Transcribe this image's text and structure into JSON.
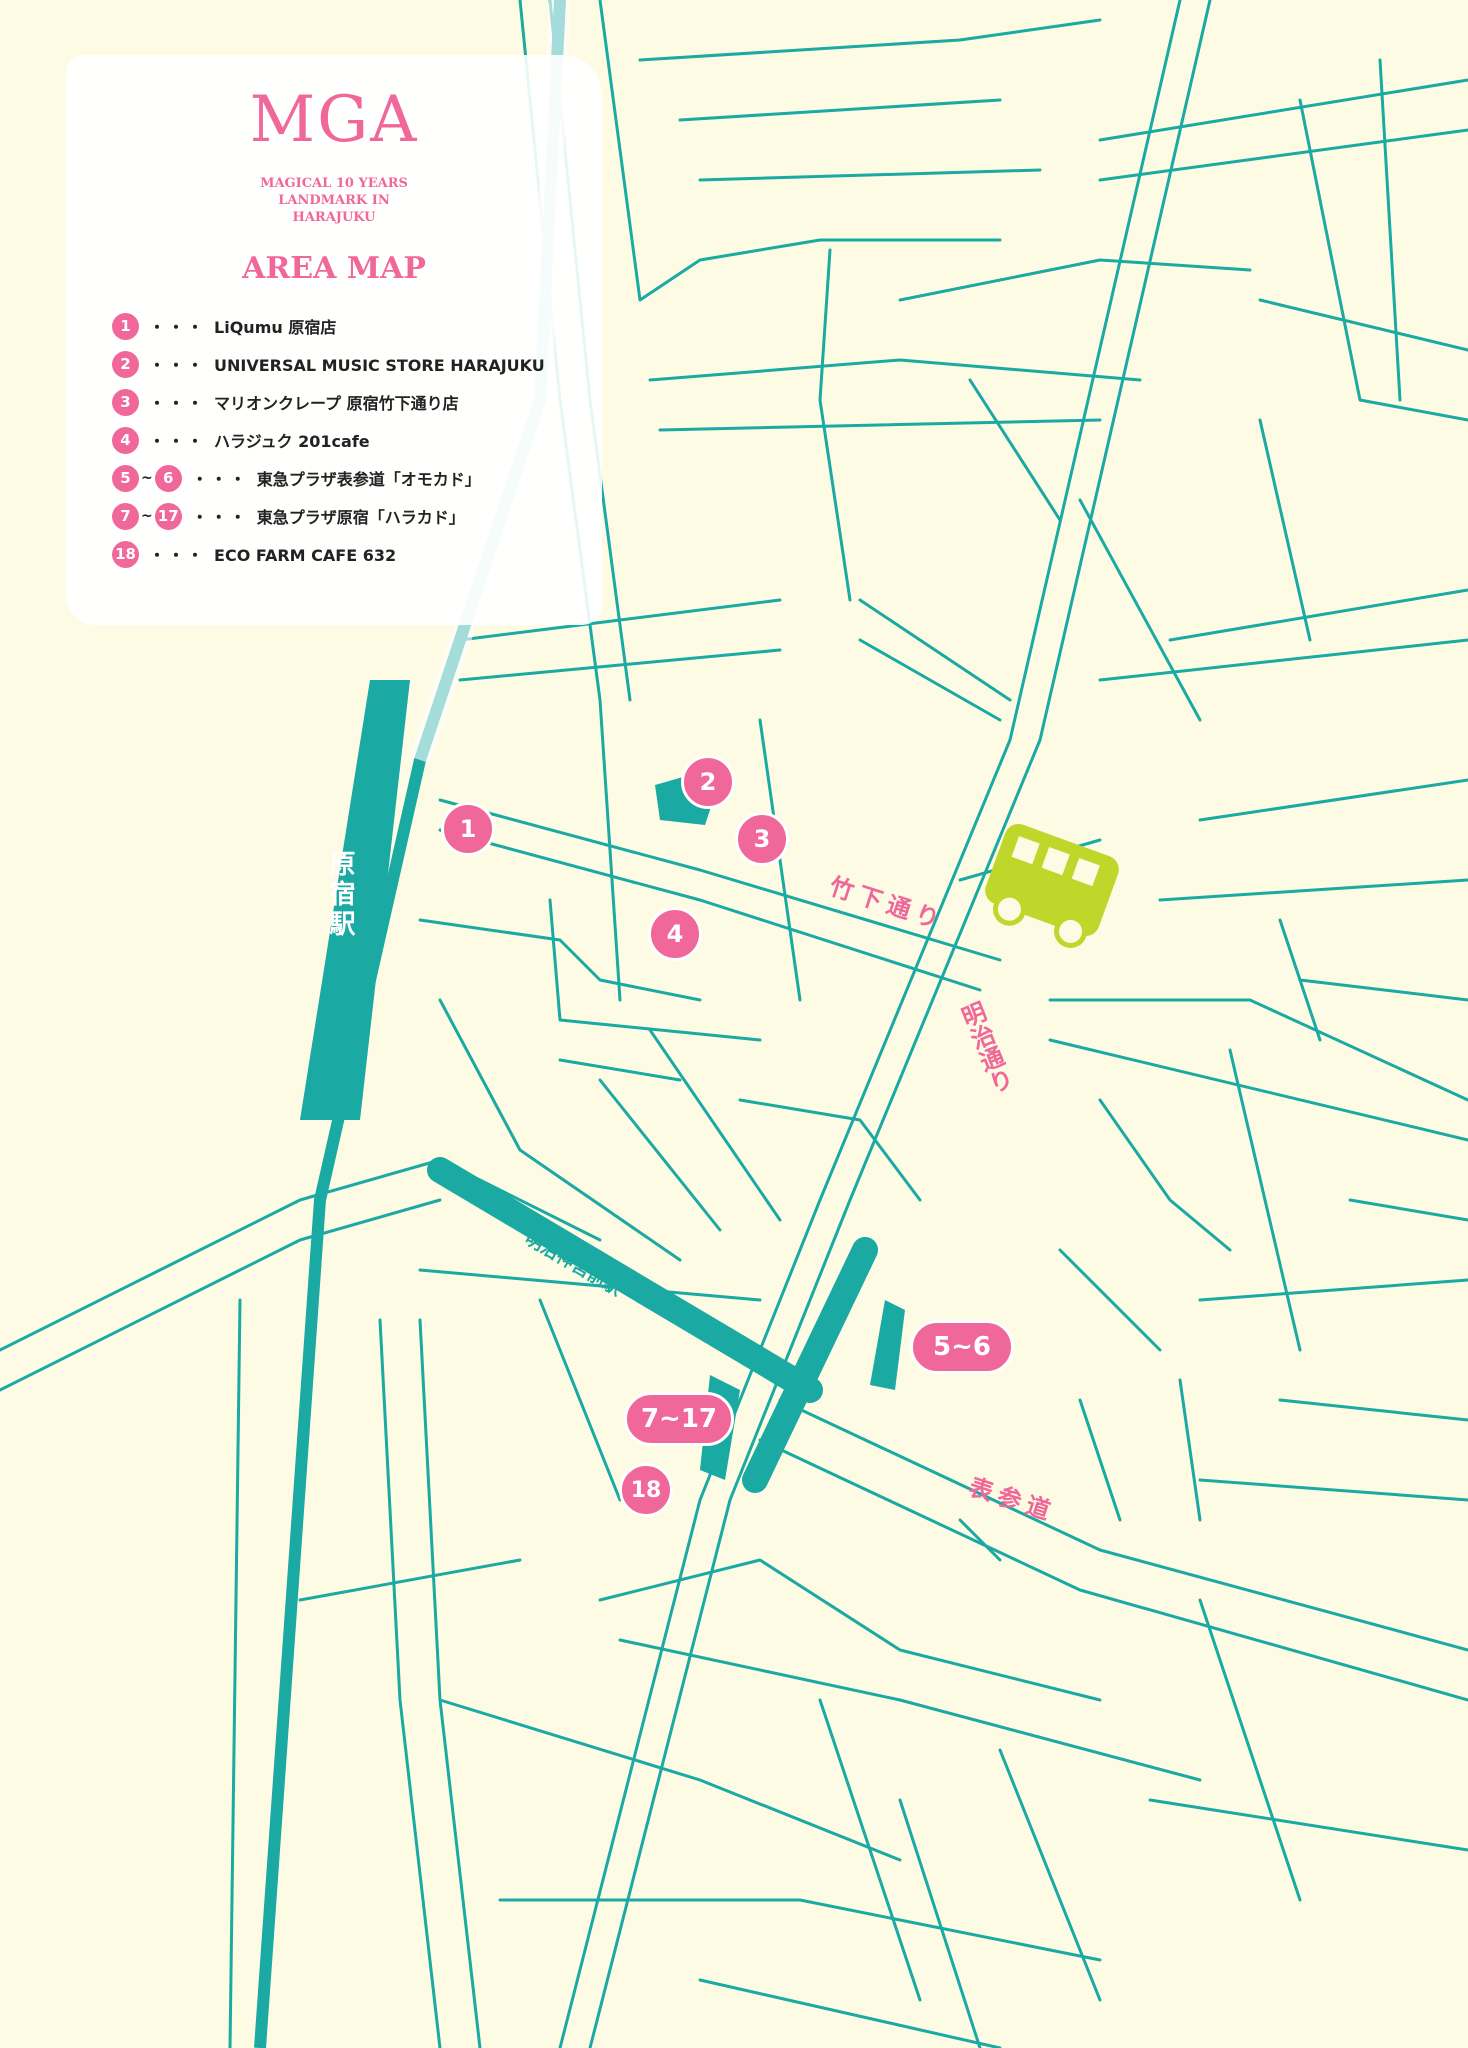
{
  "logo": {
    "main": "MGA",
    "sub": "MAGICAL 10 YEARS\nLANDMARK IN\nHARAJUKU"
  },
  "area_title": "AREA MAP",
  "legend": [
    {
      "pins": [
        "1"
      ],
      "text": "LiQumu 原宿店"
    },
    {
      "pins": [
        "2"
      ],
      "text": "UNIVERSAL MUSIC STORE HARAJUKU"
    },
    {
      "pins": [
        "3"
      ],
      "text": "マリオンクレープ 原宿竹下通り店"
    },
    {
      "pins": [
        "4"
      ],
      "text": "ハラジュク 201cafe"
    },
    {
      "pins": [
        "5",
        "6"
      ],
      "text": "東急プラザ表参道「オモカド」"
    },
    {
      "pins": [
        "7",
        "17"
      ],
      "text": "東急プラザ原宿「ハラカド」"
    },
    {
      "pins": [
        "18"
      ],
      "text": "ECO FARM CAFE 632"
    }
  ],
  "legend_sep": "~",
  "legend_dots": "・・・",
  "markers": {
    "m1": "1",
    "m2": "2",
    "m3": "3",
    "m4": "4",
    "m56": "5~6",
    "m717": "7~17",
    "m18": "18"
  },
  "roads": {
    "takeshita": "竹下通り",
    "meiji": "明治通り",
    "omotesando": "表参道"
  },
  "stations": {
    "harajuku": "原宿駅",
    "meijijingumae": "明治神宮前駅"
  },
  "colors": {
    "background": "#fdfbe3",
    "road": "#1aa9a3",
    "accent": "#f0689a",
    "bus": "#bfd62b"
  }
}
